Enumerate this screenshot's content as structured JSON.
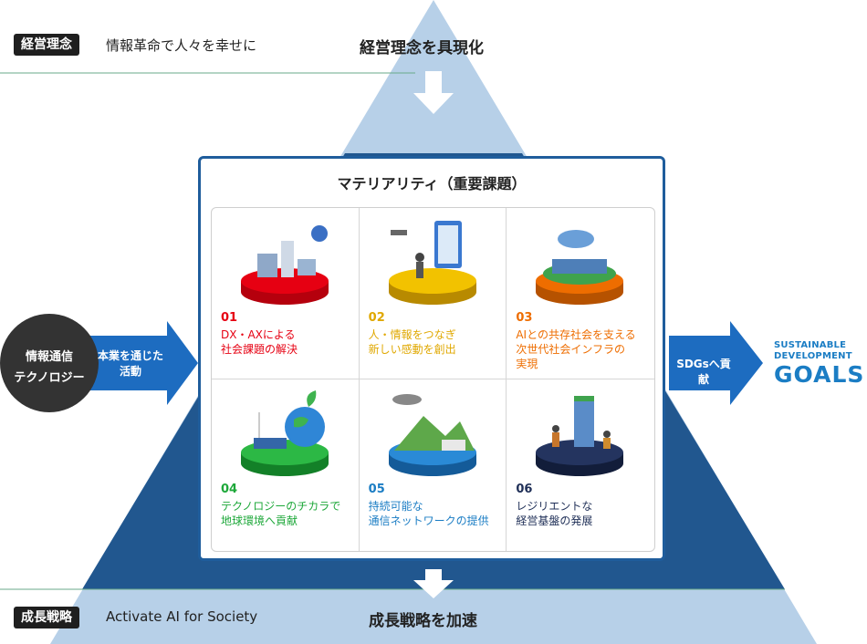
{
  "philosophy": {
    "tag": "経営理念",
    "text": "情報革命で人々を幸せに",
    "heading": "経営理念を具現化"
  },
  "strategy": {
    "tag": "成長戦略",
    "text": "Activate AI for Society",
    "heading": "成長戦略を加速"
  },
  "left": {
    "circle_line1": "情報通信",
    "circle_line2": "テクノロジー",
    "arrow_line1": "本業を通じた",
    "arrow_line2": "活動"
  },
  "right": {
    "arrow_label": "SDGsへ貢献",
    "sdg_line1": "SUSTAINABLE",
    "sdg_line2": "DEVELOPMENT",
    "sdg_goals": "GOALS"
  },
  "materiality": {
    "title": "マテリアリティ（重要課題）",
    "items": [
      {
        "num": "01",
        "line1": "DX・AXによる",
        "line2": "社会課題の解決",
        "line3": "",
        "color": "#e60012"
      },
      {
        "num": "02",
        "line1": "人・情報をつなぎ",
        "line2": "新しい感動を創出",
        "line3": "",
        "color": "#e0a800"
      },
      {
        "num": "03",
        "line1": "AIとの共存社会を支える",
        "line2": "次世代社会インフラの",
        "line3": "実現",
        "color": "#ee6d00"
      },
      {
        "num": "04",
        "line1": "テクノロジーのチカラで",
        "line2": "地球環境へ貢献",
        "line3": "",
        "color": "#1ea83a"
      },
      {
        "num": "05",
        "line1": "持続可能な",
        "line2": "通信ネットワークの提供",
        "line3": "",
        "color": "#1b7dc4"
      },
      {
        "num": "06",
        "line1": "レジリエントな",
        "line2": "経営基盤の発展",
        "line3": "",
        "color": "#1f2f57"
      }
    ]
  },
  "colors": {
    "pyramid_light": "#b7d0e8",
    "pyramid_dark": "#21578f",
    "arrow_blue": "#1d6cc0",
    "card_border": "#1f5d9c"
  }
}
